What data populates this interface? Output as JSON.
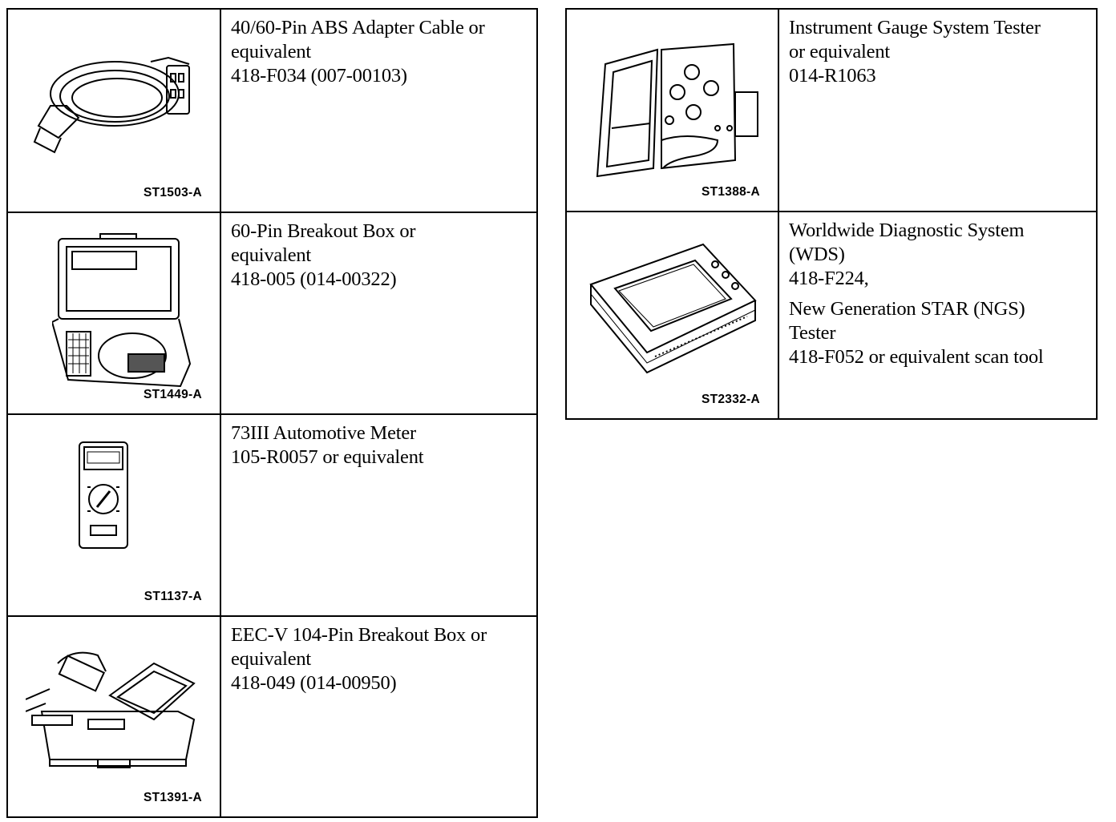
{
  "left_table": [
    {
      "code": "ST1503-A",
      "lines": [
        "40/60-Pin ABS Adapter Cable or",
        "equivalent",
        "418-F034 (007-00103)"
      ]
    },
    {
      "code": "ST1449-A",
      "lines": [
        "60-Pin Breakout Box or",
        "equivalent",
        "418-005 (014-00322)"
      ]
    },
    {
      "code": "ST1137-A",
      "lines": [
        "73III Automotive Meter",
        "105-R0057 or equivalent"
      ]
    },
    {
      "code": "ST1391-A",
      "lines": [
        "EEC-V 104-Pin Breakout Box or",
        "equivalent",
        "418-049 (014-00950)"
      ]
    }
  ],
  "right_table": [
    {
      "code": "ST1388-A",
      "lines": [
        "Instrument Gauge System Tester",
        "or equivalent",
        "014-R1063"
      ]
    },
    {
      "code": "ST2332-A",
      "lines": [
        "Worldwide Diagnostic System",
        "(WDS)",
        "418-F224,",
        "New Generation STAR (NGS)",
        "Tester",
        "418-F052 or equivalent scan tool"
      ]
    }
  ],
  "icons": [
    "abs-adapter-cable-illustration",
    "breakout-box-case-illustration",
    "automotive-meter-illustration",
    "eec-v-breakout-box-illustration",
    "gauge-tester-illustration",
    "wds-tester-illustration"
  ]
}
